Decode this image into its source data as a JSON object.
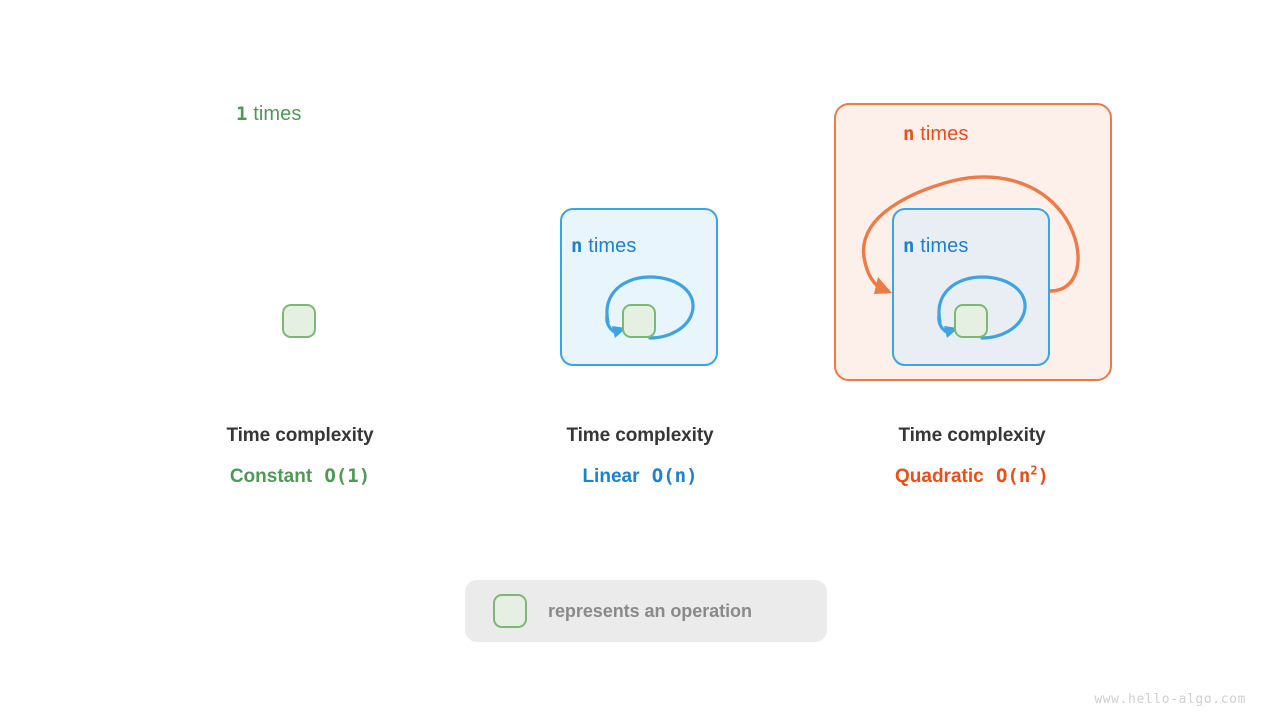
{
  "colors": {
    "green": "#4e9a55",
    "blue": "#1b81d3",
    "orange": "#ee4d17",
    "green_stroke": "#7cb874",
    "green_fill": "#e6f0e2",
    "blue_stroke": "#3ea3e3",
    "blue_fill": "#e8f5fd",
    "blue_fill_inner": "#e9eef4",
    "orange_stroke": "#ee7a46",
    "orange_fill": "#fdf0ea",
    "title_text": "#363636",
    "legend_bg": "#ebebeb",
    "legend_text": "#8a8a8a",
    "watermark": "#cfcfcf",
    "background": "#ffffff"
  },
  "panels": [
    {
      "id": "constant",
      "count_var": "1",
      "count_word": "times",
      "count_color": "#4e9a55",
      "caption_title": "Time complexity",
      "complexity_name": "Constant",
      "complexity_notation": "O(1)",
      "complexity_color": "#4e9a55",
      "operation_icon": "operation-square-icon"
    },
    {
      "id": "linear",
      "count_var": "n",
      "count_word": "times",
      "count_color": "#1b81d3",
      "caption_title": "Time complexity",
      "complexity_name": "Linear",
      "complexity_notation": "O(n)",
      "complexity_color": "#1b81d3",
      "operation_icon": "operation-square-icon",
      "loop_arrow_icon": "loop-arrow-icon"
    },
    {
      "id": "quadratic",
      "outer_count_var": "n",
      "outer_count_word": "times",
      "outer_count_color": "#ee4d17",
      "count_var": "n",
      "count_word": "times",
      "count_color": "#1b81d3",
      "caption_title": "Time complexity",
      "complexity_name": "Quadratic",
      "complexity_notation_prefix": "O(n",
      "complexity_notation_exponent": "2",
      "complexity_notation_suffix": ")",
      "complexity_color": "#ee4d17",
      "operation_icon": "operation-square-icon",
      "loop_arrow_icon": "loop-arrow-icon",
      "outer_loop_arrow_icon": "outer-loop-arrow-icon"
    }
  ],
  "legend": {
    "square_icon": "operation-square-icon",
    "text": "represents an operation"
  },
  "watermark": "www.hello-algo.com"
}
